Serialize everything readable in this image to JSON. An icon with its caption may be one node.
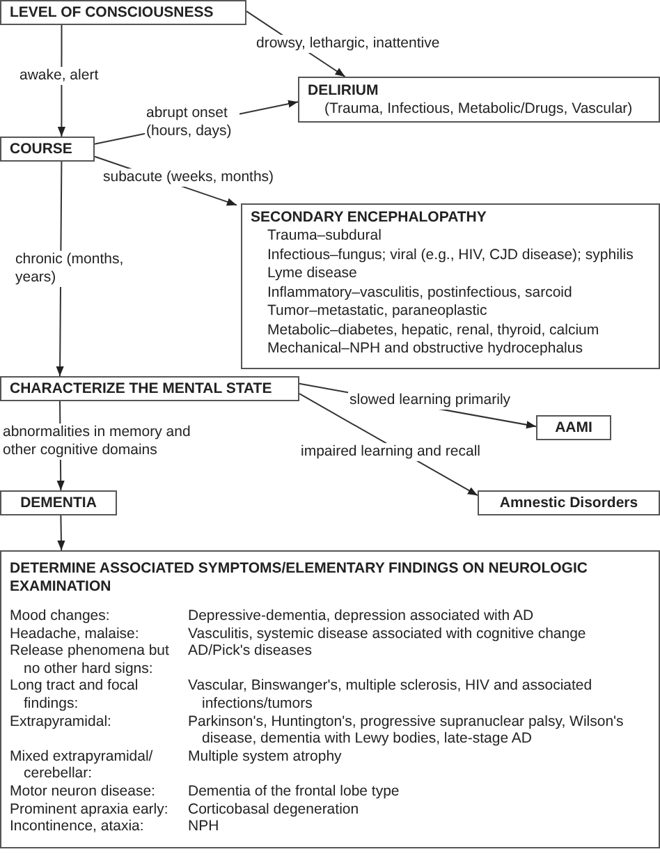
{
  "diagram": {
    "nodes": [
      {
        "text": [
          "LEVEL OF CONSCIOUSNESS"
        ]
      },
      {
        "text": [
          "DELIRIUM",
          "(Trauma, Infectious, Metabolic/Drugs, Vascular)"
        ]
      },
      {
        "text": [
          "COURSE"
        ]
      },
      {
        "text": [
          "SECONDARY ENCEPHALOPATHY",
          "Trauma–subdural",
          "Infectious–fungus; viral (e.g., HIV, CJD disease); syphilis",
          "Lyme disease",
          "Inflammatory–vasculitis, postinfectious, sarcoid",
          "Tumor–metastatic, paraneoplastic",
          "Metabolic–diabetes, hepatic, renal, thyroid, calcium",
          "Mechanical–NPH and obstructive hydrocephalus"
        ]
      },
      {
        "text": [
          "CHARACTERIZE THE MENTAL STATE"
        ]
      },
      {
        "text": [
          "AAMI"
        ]
      },
      {
        "text": [
          "DEMENTIA"
        ]
      },
      {
        "text": [
          "Amnestic Disorders"
        ]
      },
      {
        "text": [
          "DETERMINE ASSOCIATED SYMPTOMS/ELEMENTARY FINDINGS ON NEUROLOGIC EXAMINATION",
          "Mood changes:",
          "Depressive-dementia, depression associated with AD",
          "Headache, malaise:",
          "Vasculitis, systemic disease associated with cognitive change",
          "Release phenomena but no other hard signs:",
          "AD/Pick's diseases",
          "Long tract and focal findings:",
          "Vascular, Binswanger's, multiple sclerosis, HIV and associated infections/tumors",
          "Extrapyramidal:",
          "Parkinson's, Huntington's, progressive supranuclear palsy, Wilson's disease, dementia with Lewy bodies, late-stage AD",
          "Mixed extrapyramidal/ cerebellar:",
          "Multiple system atrophy",
          "Motor neuron disease:",
          "Dementia of the frontal lobe type",
          "Prominent apraxia early:",
          "Corticobasal degeneration",
          "Incontinence, ataxia:",
          "NPH"
        ]
      }
    ],
    "edges": [
      {
        "from": 0,
        "to": 1,
        "arrow": "to",
        "label": "drowsy, lethargic, inattentive"
      },
      {
        "from": 0,
        "to": 2,
        "arrow": "to",
        "label": "awake, alert"
      },
      {
        "from": 2,
        "to": 1,
        "arrow": "to",
        "label": "abrupt onset (hours, days)"
      },
      {
        "from": 2,
        "to": 3,
        "arrow": "to",
        "label": "subacute (weeks, months)"
      },
      {
        "from": 2,
        "to": 4,
        "arrow": "to",
        "label": "chronic (months, years)"
      },
      {
        "from": 4,
        "to": 5,
        "arrow": "to",
        "label": "slowed learning primarily"
      },
      {
        "from": 4,
        "to": 7,
        "arrow": "to",
        "label": "impaired learning and recall"
      },
      {
        "from": 4,
        "to": 6,
        "arrow": "to",
        "label": "abnormalities in memory and other cognitive domains"
      },
      {
        "from": 6,
        "to": 8,
        "arrow": "to"
      }
    ]
  }
}
